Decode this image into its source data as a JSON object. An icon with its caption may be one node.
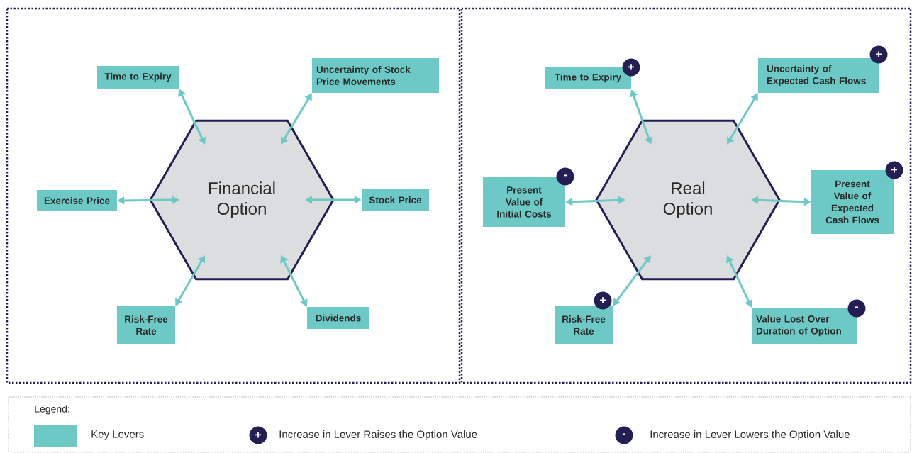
{
  "diagram": {
    "nodes": [
      {
        "text": [
          "Financial Option"
        ]
      },
      {
        "text": [
          "Time to Expiry"
        ]
      },
      {
        "text": [
          "Uncertainty of Stock Price Movements"
        ]
      },
      {
        "text": [
          "Exercise Price"
        ]
      },
      {
        "text": [
          "Stock Price"
        ]
      },
      {
        "text": [
          "Risk-Free Rate"
        ]
      },
      {
        "text": [
          "Dividends"
        ]
      },
      {
        "text": [
          "Real Option"
        ]
      },
      {
        "text": [
          "Time to Expiry"
        ],
        "beside": [
          "+"
        ]
      },
      {
        "text": [
          "Uncertainty of Expected Cash Flows"
        ],
        "beside": [
          "+"
        ]
      },
      {
        "text": [
          "Present Value of Initial Costs"
        ],
        "beside": [
          "-"
        ]
      },
      {
        "text": [
          "Present Value of Expected Cash Flows"
        ],
        "beside": [
          "+"
        ]
      },
      {
        "text": [
          "Risk-Free Rate"
        ],
        "beside": [
          "+"
        ]
      },
      {
        "text": [
          "Value Lost Over Duration of Option"
        ],
        "beside": [
          "-"
        ]
      }
    ],
    "edges": [
      {
        "from": 1,
        "to": 0,
        "arrow": "both"
      },
      {
        "from": 2,
        "to": 0,
        "arrow": "both"
      },
      {
        "from": 3,
        "to": 0,
        "arrow": "both"
      },
      {
        "from": 4,
        "to": 0,
        "arrow": "both"
      },
      {
        "from": 5,
        "to": 0,
        "arrow": "both"
      },
      {
        "from": 6,
        "to": 0,
        "arrow": "both"
      },
      {
        "from": 8,
        "to": 7,
        "arrow": "both"
      },
      {
        "from": 9,
        "to": 7,
        "arrow": "both"
      },
      {
        "from": 10,
        "to": 7,
        "arrow": "both"
      },
      {
        "from": 11,
        "to": 7,
        "arrow": "both"
      },
      {
        "from": 12,
        "to": 7,
        "arrow": "both"
      },
      {
        "from": 13,
        "to": 7,
        "arrow": "both"
      }
    ],
    "labels": [
      "Legend:",
      "+",
      "-"
    ],
    "legend": [
      {
        "text": "Key Levers",
        "color": "#6cc9c6"
      },
      {
        "text": "Increase in Lever Raises the Option Value"
      },
      {
        "text": "Increase in Lever Lowers the Option Value"
      }
    ]
  }
}
